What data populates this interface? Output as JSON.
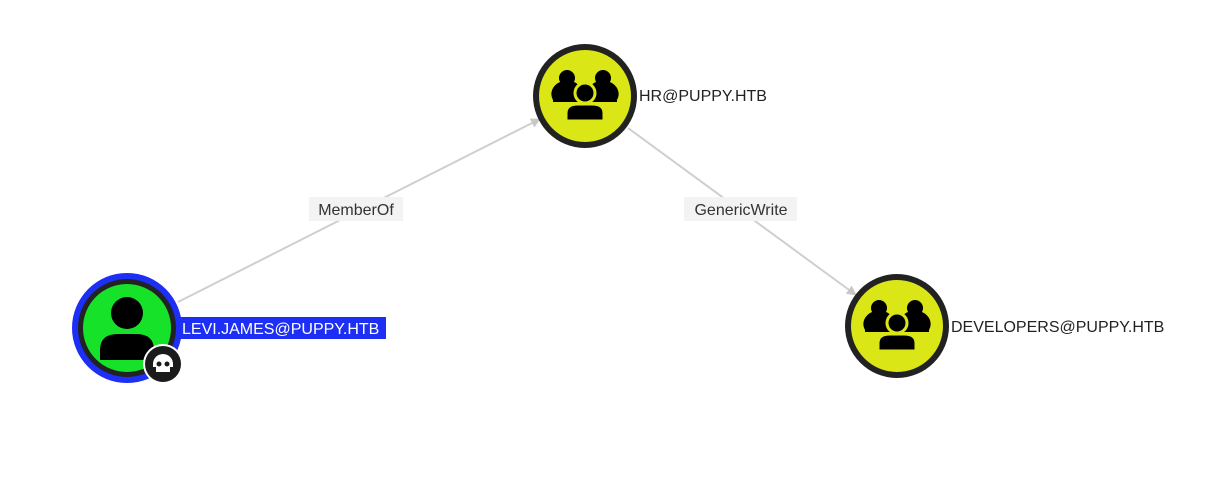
{
  "graph": {
    "nodes": [
      {
        "label": "LEVI.JAMES@PUPPY.HTB",
        "type": "User",
        "icon": "user-icon",
        "badge": "skull-icon",
        "fill": "#17e22a",
        "highlight": "#1d2ef5"
      },
      {
        "label": "HR@PUPPY.HTB",
        "type": "Group",
        "icon": "group-icon",
        "fill": "#dbe617"
      },
      {
        "label": "DEVELOPERS@PUPPY.HTB",
        "type": "Group",
        "icon": "group-icon",
        "fill": "#dbe617"
      }
    ],
    "edges": [
      {
        "label": "MemberOf",
        "from": "LEVI.JAMES@PUPPY.HTB",
        "to": "HR@PUPPY.HTB"
      },
      {
        "label": "GenericWrite",
        "from": "HR@PUPPY.HTB",
        "to": "DEVELOPERS@PUPPY.HTB"
      }
    ]
  }
}
